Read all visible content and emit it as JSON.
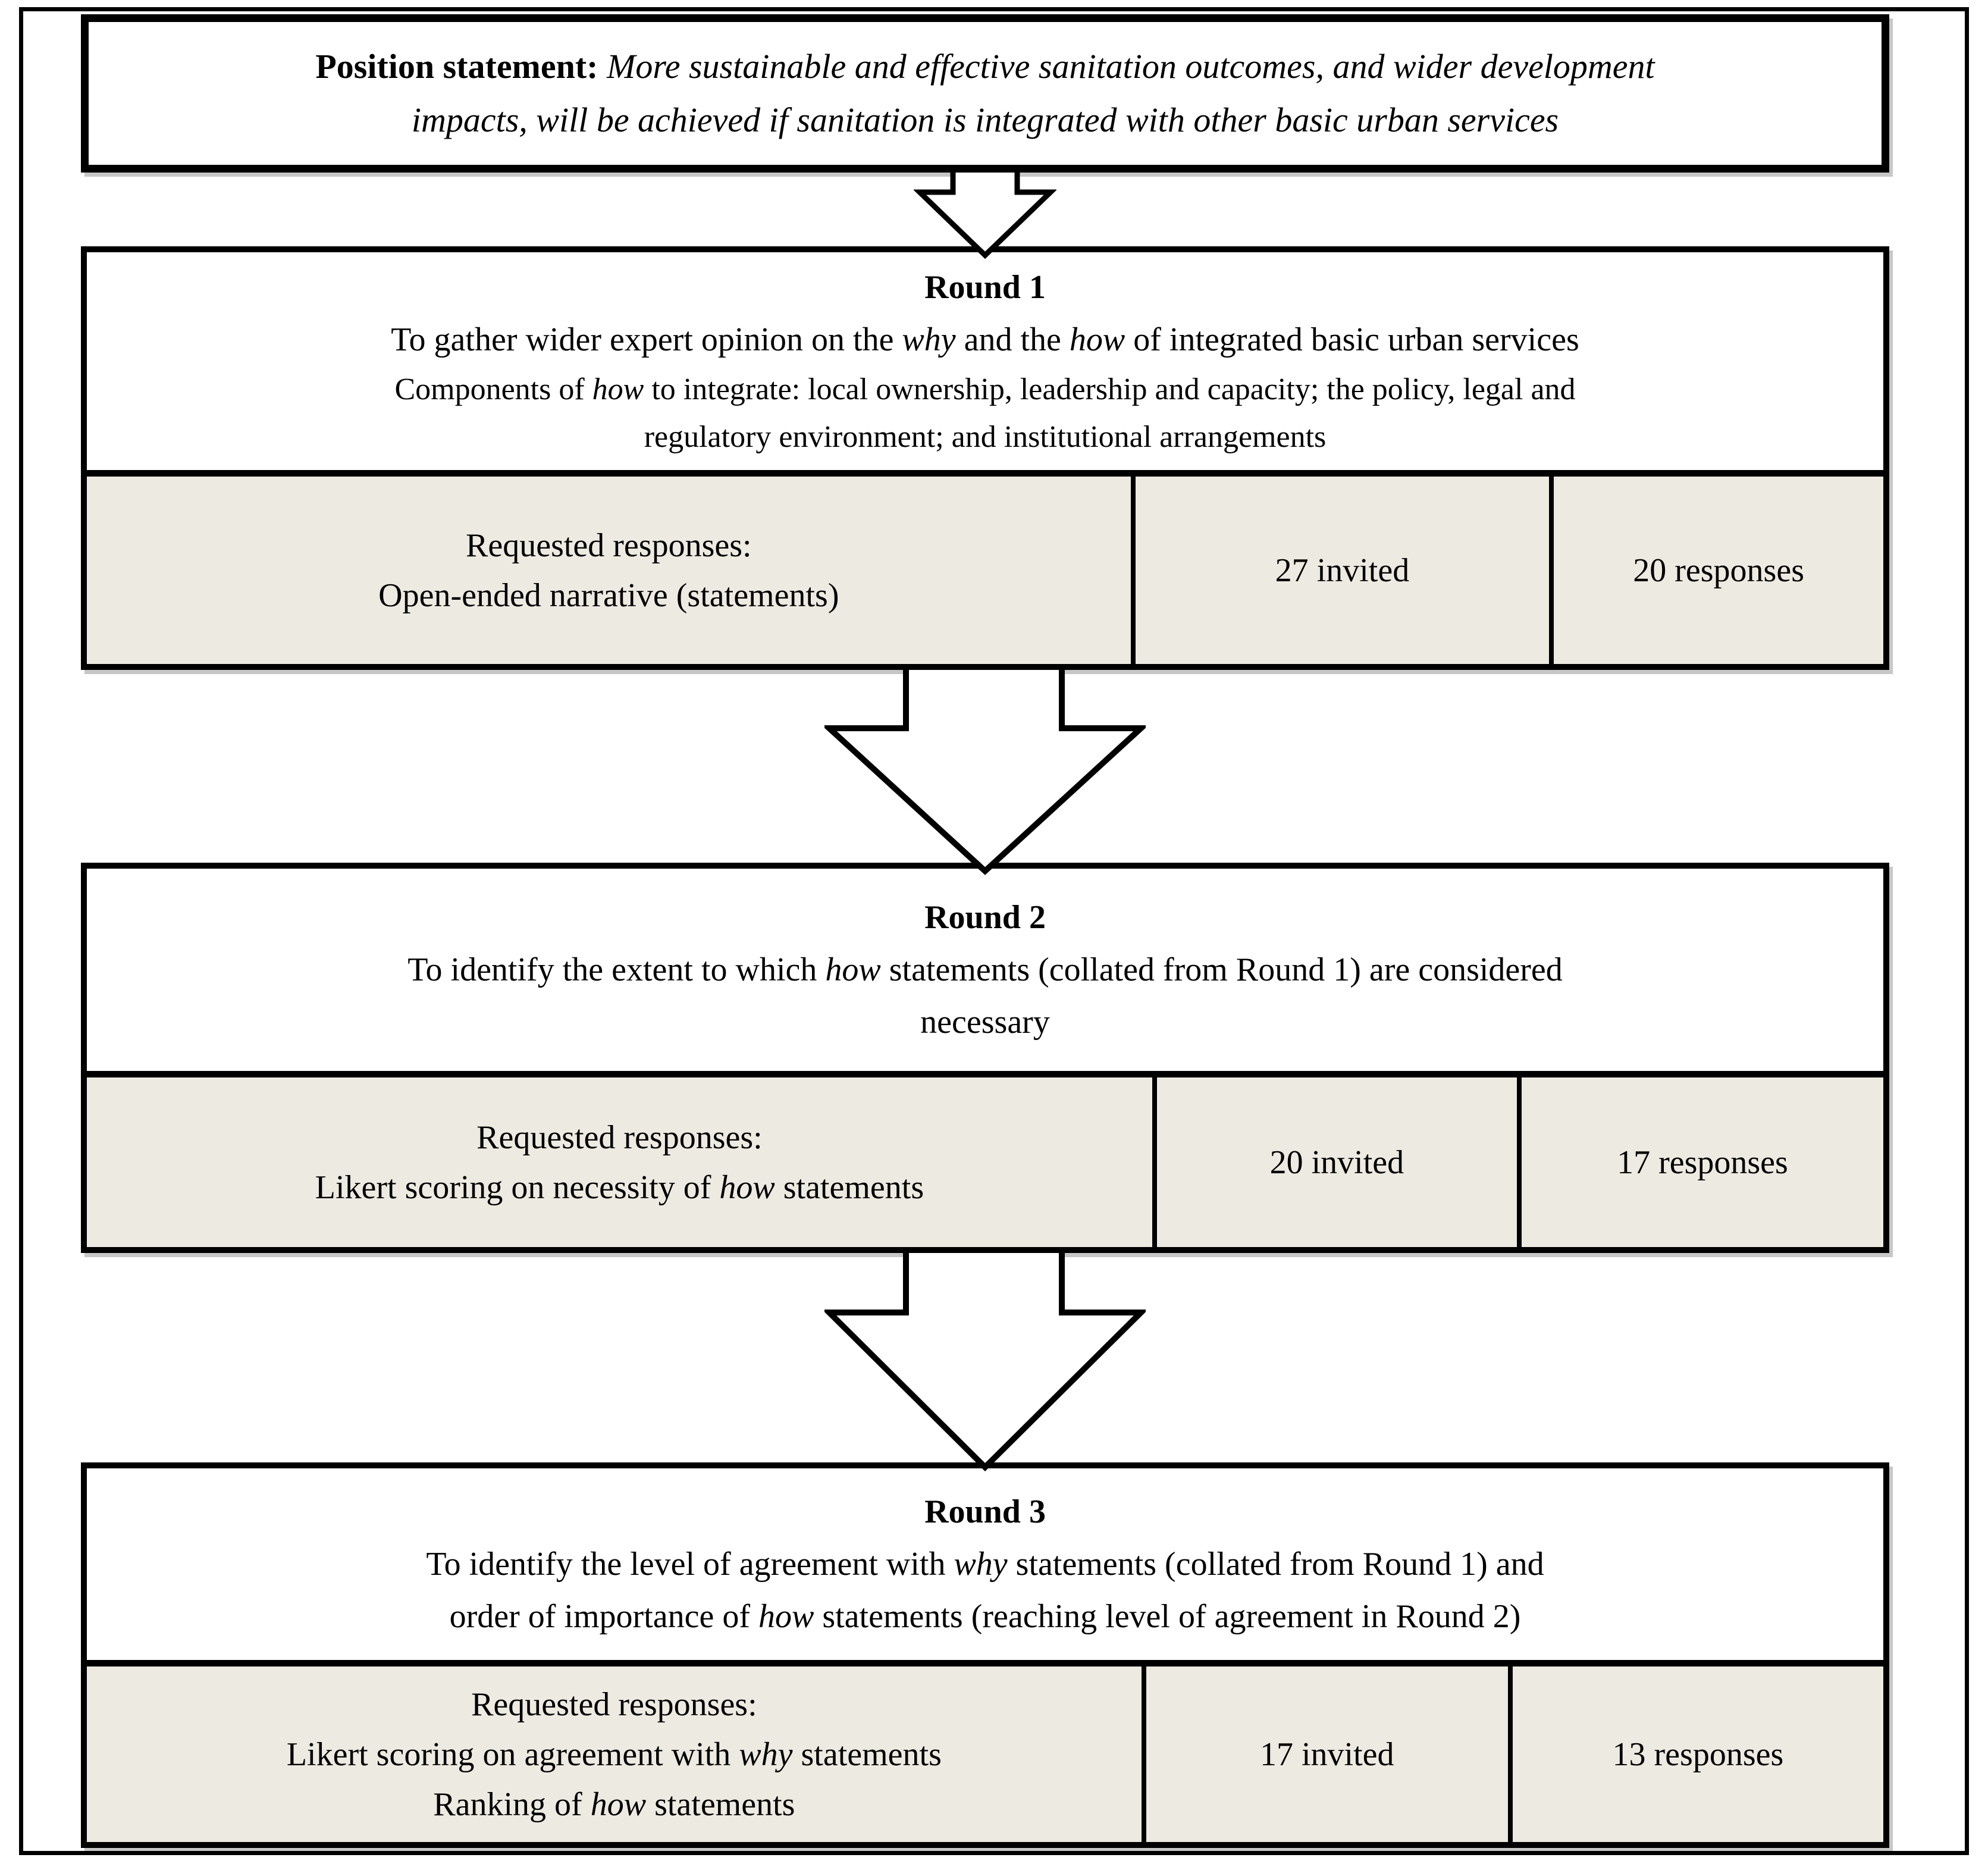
{
  "colors": {
    "cell_background": "#edeae1",
    "line_color": "#000000",
    "page_background": "#ffffff"
  },
  "position_box": {
    "lines": [
      {
        "parts": [
          {
            "t": "Position statement: ",
            "b": true
          },
          {
            "t": "More sustainable and effective sanitation outcomes, and wider development",
            "i": true
          }
        ]
      },
      {
        "parts": [
          {
            "t": "impacts, will be achieved if sanitation is integrated with other basic urban services",
            "i": true
          }
        ]
      }
    ]
  },
  "rounds": [
    {
      "title": "Round 1",
      "purpose_lines": [
        {
          "parts": [
            {
              "t": "To gather wider expert opinion on the "
            },
            {
              "t": "why",
              "i": true
            },
            {
              "t": " and the "
            },
            {
              "t": "how",
              "i": true
            },
            {
              "t": " of integrated basic urban services"
            }
          ]
        }
      ],
      "detail_lines": [
        {
          "parts": [
            {
              "t": "Components of "
            },
            {
              "t": "how",
              "i": true
            },
            {
              "t": " to integrate: local ownership, leadership and capacity; the policy, legal and"
            }
          ]
        },
        {
          "parts": [
            {
              "t": "regulatory environment; and institutional arrangements"
            }
          ]
        }
      ],
      "requested_lines": [
        {
          "parts": [
            {
              "t": "Requested responses:"
            }
          ]
        },
        {
          "parts": [
            {
              "t": "Open-ended narrative (statements)"
            }
          ]
        }
      ],
      "invited": "27 invited",
      "responses": "20 responses"
    },
    {
      "title": "Round 2",
      "purpose_lines": [
        {
          "parts": [
            {
              "t": "To identify the extent to which "
            },
            {
              "t": "how",
              "i": true
            },
            {
              "t": " statements (collated from Round 1) are considered"
            }
          ]
        },
        {
          "parts": [
            {
              "t": "necessary"
            }
          ]
        }
      ],
      "requested_lines": [
        {
          "parts": [
            {
              "t": "Requested responses:"
            }
          ]
        },
        {
          "parts": [
            {
              "t": "Likert scoring on necessity of "
            },
            {
              "t": "how",
              "i": true
            },
            {
              "t": " statements"
            }
          ]
        }
      ],
      "invited": "20 invited",
      "responses": "17 responses"
    },
    {
      "title": "Round 3",
      "purpose_lines": [
        {
          "parts": [
            {
              "t": "To identify the level of agreement with "
            },
            {
              "t": "why",
              "i": true
            },
            {
              "t": " statements (collated from Round 1) and"
            }
          ]
        },
        {
          "parts": [
            {
              "t": "order of importance of "
            },
            {
              "t": "how",
              "i": true
            },
            {
              "t": " statements (reaching level of agreement in Round 2)"
            }
          ]
        }
      ],
      "requested_lines": [
        {
          "parts": [
            {
              "t": "Requested responses:"
            }
          ]
        },
        {
          "parts": [
            {
              "t": "Likert scoring on agreement with "
            },
            {
              "t": "why",
              "i": true
            },
            {
              "t": " statements"
            }
          ]
        },
        {
          "parts": [
            {
              "t": "Ranking of "
            },
            {
              "t": "how",
              "i": true
            },
            {
              "t": " statements"
            }
          ]
        }
      ],
      "invited": "17 invited",
      "responses": "13 responses"
    }
  ]
}
